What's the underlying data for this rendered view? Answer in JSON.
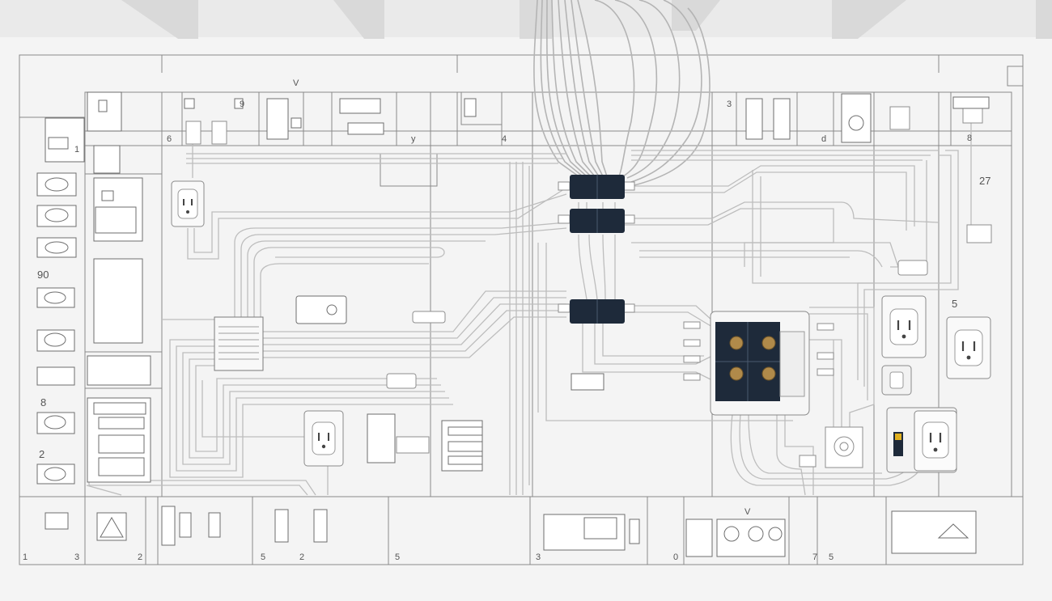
{
  "diagram": {
    "labels": {
      "top_v": "V",
      "left_1": "1",
      "left_90": "90",
      "left_2": "2",
      "left_8": "8",
      "left_6": "6",
      "right_27": "27",
      "right_3": "3",
      "right_5": "5",
      "right_8": "8",
      "mid_y": "y",
      "mid_4": "4",
      "mid_d": "d",
      "mid_9": "9",
      "bottom_1": "1",
      "bottom_3": "3",
      "bottom_2a": "2",
      "bottom_5a": "5",
      "bottom_2b": "2",
      "bottom_5b": "5",
      "bottom_3b": "3",
      "bottom_0": "0",
      "bottom_v": "V",
      "bottom_7": "7",
      "bottom_5c": "5"
    }
  },
  "colors": {
    "paper": "#f4f4f4",
    "line": "#9a9a9a",
    "wire": "#b9b9b9",
    "module": "#1e2a3a",
    "brass": "#b08a4a"
  }
}
